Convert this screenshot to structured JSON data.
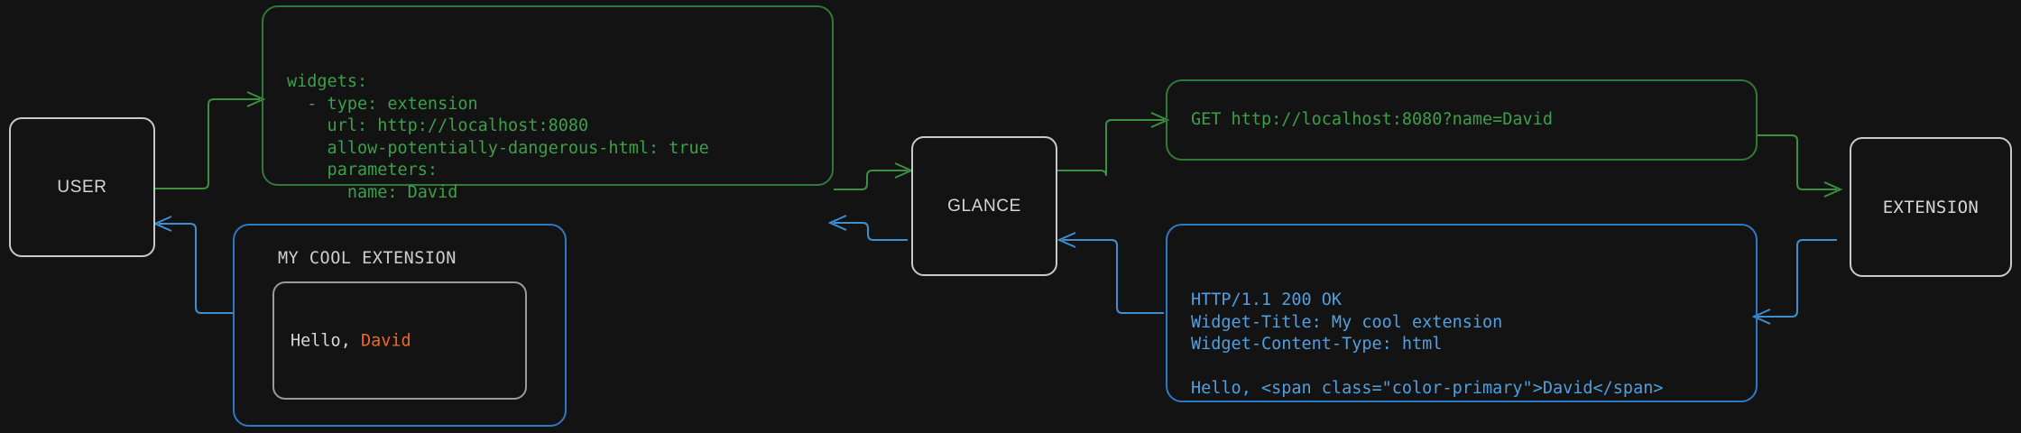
{
  "diagram": {
    "title": "glance extension request flow",
    "background": "#131313",
    "colors": {
      "request_green": "#3d9e4b",
      "response_blue": "#529fdf",
      "node_border": "#c9c9c9",
      "accent_orange": "#ea6a21"
    }
  },
  "nodes": {
    "user": {
      "label": "USER"
    },
    "glance": {
      "label": "GLANCE"
    },
    "extension": {
      "label": "EXTENSION"
    }
  },
  "config_box": {
    "lines": [
      "widgets:",
      "  - type: extension",
      "    url: http://localhost:8080",
      "    allow-potentially-dangerous-html: true",
      "    parameters:",
      "      name: David"
    ],
    "text": "widgets:\n  - type: extension\n    url: http://localhost:8080\n    allow-potentially-dangerous-html: true\n    parameters:\n      name: David"
  },
  "request_box": {
    "text": "GET http://localhost:8080?name=David"
  },
  "response_box": {
    "lines": [
      "HTTP/1.1 200 OK",
      "Widget-Title: My cool extension",
      "Widget-Content-Type: html",
      "",
      "Hello, <span class=\"color-primary\">David</span>"
    ],
    "text": "HTTP/1.1 200 OK\nWidget-Title: My cool extension\nWidget-Content-Type: html\n\nHello, <span class=\"color-primary\">David</span>"
  },
  "widget_preview": {
    "title": "MY COOL EXTENSION",
    "greeting_prefix": "Hello, ",
    "greeting_name": "David"
  }
}
